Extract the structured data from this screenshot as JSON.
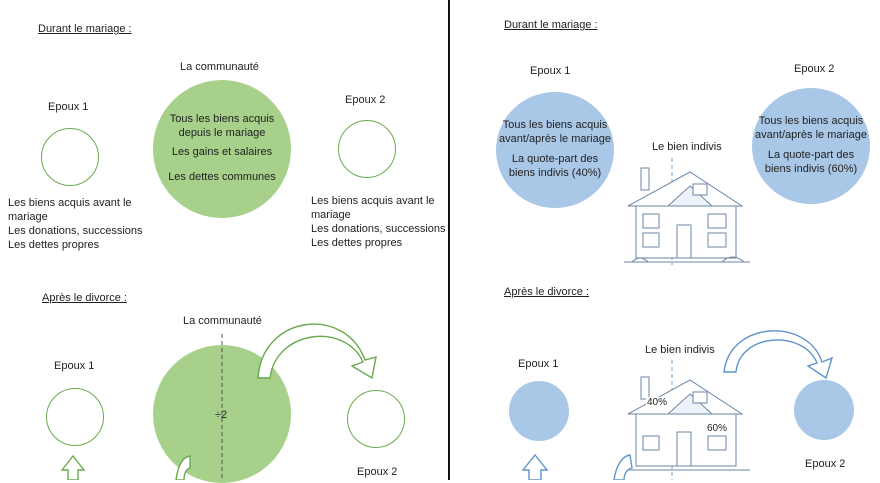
{
  "left": {
    "heading_during": "Durant le mariage :",
    "heading_after": "Après le divorce :",
    "community_label_1": "La communauté",
    "community_label_2": "La communauté",
    "spouse1_label": "Epoux 1",
    "spouse2_label": "Epoux 2",
    "spouse1_label_after": "Epoux 1",
    "spouse2_label_after": "Epoux 2",
    "community_items": [
      "Tous les biens acquis",
      "depuis le mariage",
      "Les gains et salaires",
      "Les dettes communes"
    ],
    "spouse1_items": [
      "Les biens acquis avant le",
      "mariage",
      "Les donations, successions",
      "Les dettes propres"
    ],
    "spouse2_items": [
      "Les biens acquis avant le",
      "mariage",
      "Les donations, successions",
      "Les dettes propres"
    ],
    "divide_label": "÷2"
  },
  "right": {
    "heading_during": "Durant le mariage :",
    "heading_after": "Après le divorce :",
    "spouse1_label": "Epoux 1",
    "spouse2_label": "Epoux 2",
    "spouse1_label_after": "Epoux 1",
    "spouse2_label_after": "Epoux 2",
    "indivis_label": "Le bien indivis",
    "indivis_label_after": "Le bien indivis",
    "spouse1_items": [
      "Tous les biens acquis",
      "avant/après le mariage",
      "La quote-part des",
      "biens indivis (40%)"
    ],
    "spouse2_items": [
      "Tous les biens acquis",
      "avant/après le mariage",
      "La quote-part des",
      "biens indivis (60%)"
    ],
    "share1": "40%",
    "share2": "60%"
  },
  "colors": {
    "green": "#a7d08b",
    "green_stroke": "#6aaa4e",
    "blue": "#a9c7e6",
    "blue_stroke": "#5f95cb"
  }
}
